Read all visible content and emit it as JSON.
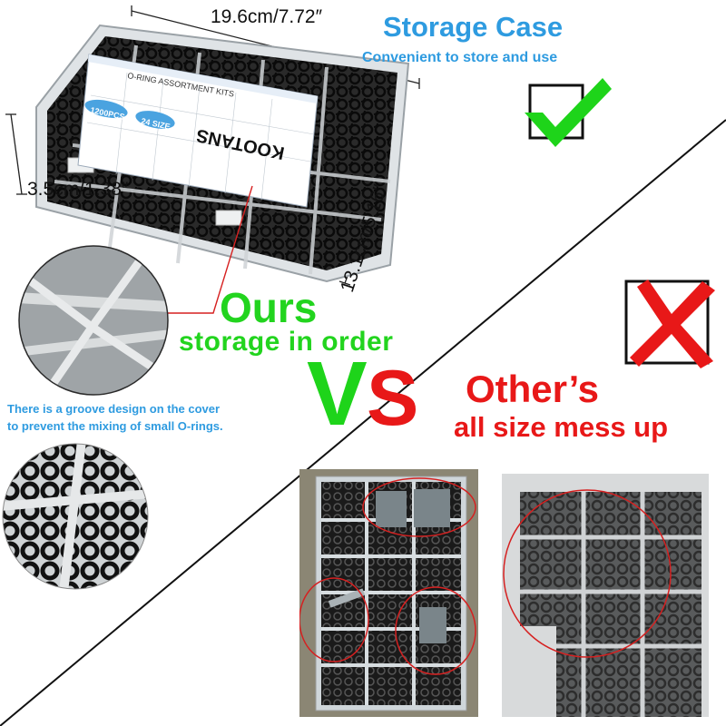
{
  "header": {
    "title": "Storage Case",
    "subtitle": "Convenient to store and use"
  },
  "dimensions": {
    "width": "19.6cm/7.72″",
    "height": "3.5cm/1.38″",
    "depth": "13.1cm/5.16″"
  },
  "product_label": {
    "heading": "O-RING ASSORTMENT KITS",
    "count_badge": "1200PCS",
    "size_badge": "24 SIZE",
    "brand": "KOOTANS"
  },
  "ours": {
    "title": "Ours",
    "subtitle": "storage in order"
  },
  "versus": {
    "v": "V",
    "s": "S"
  },
  "groove_note": {
    "line1": "There is a groove design on the cover",
    "line2": "to prevent the mixing of small O-rings."
  },
  "others": {
    "title": "Other’s",
    "subtitle": "all size mess up"
  },
  "icons": {
    "good": "checkmark-icon",
    "bad": "cross-icon"
  },
  "colors": {
    "accent_blue": "#2e9be0",
    "good_green": "#22d41e",
    "bad_red": "#e81818"
  }
}
